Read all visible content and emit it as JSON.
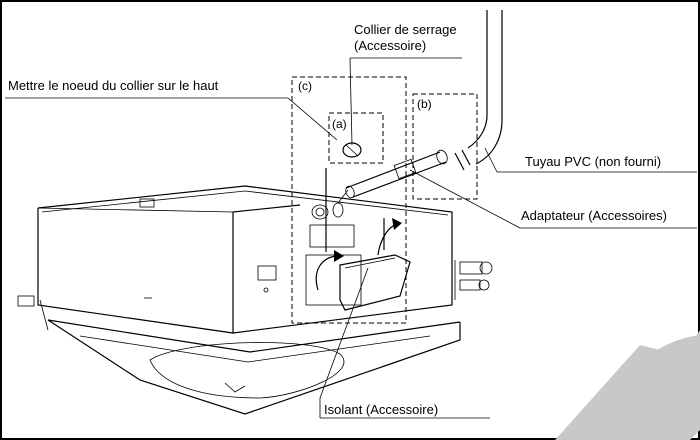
{
  "labels": {
    "clamp_line1": "Collier de serrage",
    "clamp_line2": "(Accessoire)",
    "knot_top": "Mettre le noeud du collier sur le haut",
    "pvc_pipe": "Tuyau PVC (non fourni)",
    "adapter": "Adaptateur (Accessoires)",
    "insulation": "Isolant (Accessoire)"
  },
  "detail_tags": {
    "a": "(a)",
    "b": "(b)",
    "c": "(c)"
  }
}
